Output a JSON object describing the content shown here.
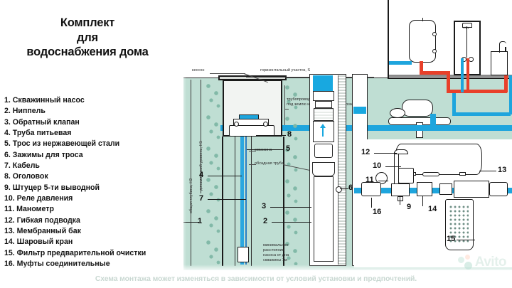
{
  "title": {
    "line1": "Комплект",
    "line2": "для",
    "line3": "водоснабжения дома"
  },
  "parts_list": [
    "1. Скважинный насос",
    "2. Ниппель",
    "3. Обратный клапан",
    "4. Труба питьевая",
    "5. Трос из нержавеющей стали",
    "6. Зажимы для троса",
    "7. Кабель",
    "8. Оголовок",
    "9. Штуцер 5-ти выводной",
    "10. Реле давления",
    "11. Манометр",
    "12. Гибкая подводка",
    "13. Мембранный бак",
    "14. Шаровый кран",
    "15. Фильтр предварительной очистки",
    "16. Муфты соединительные"
  ],
  "diagram": {
    "annotations": {
      "caisson": "кессон",
      "horizontal_section": "горизонтальный участок, S",
      "pipeline_note": "трубопровод прокладывается\nпод землю ниже глубины промерзания",
      "total_depth": "общая глубина, H2",
      "dynamic_level": "динамический уровень, H1",
      "well": "скважина",
      "casing_pipe": "обсадная труба",
      "min_distance": "минимальное\nрасстояние\nнасоса от дна\nскважины 1м"
    },
    "callouts": [
      {
        "n": "1"
      },
      {
        "n": "2"
      },
      {
        "n": "3"
      },
      {
        "n": "4"
      },
      {
        "n": "5"
      },
      {
        "n": "6"
      },
      {
        "n": "7"
      },
      {
        "n": "8"
      },
      {
        "n": "9"
      },
      {
        "n": "10"
      },
      {
        "n": "11"
      },
      {
        "n": "12"
      },
      {
        "n": "13"
      },
      {
        "n": "14"
      },
      {
        "n": "15"
      },
      {
        "n": "16"
      }
    ]
  },
  "caption": {
    "text": "Схема монтажа может изменяться в зависимости от условий установки и предпочтений."
  },
  "watermark": {
    "text": "Avito"
  },
  "colors": {
    "background": "#bfded3",
    "cold_water_pipe": "#1ea5dd",
    "hot_water_pipe": "#e8402a",
    "outline": "#1a1a1a",
    "text": "#111111",
    "caption_text": "#c9d8d2"
  }
}
